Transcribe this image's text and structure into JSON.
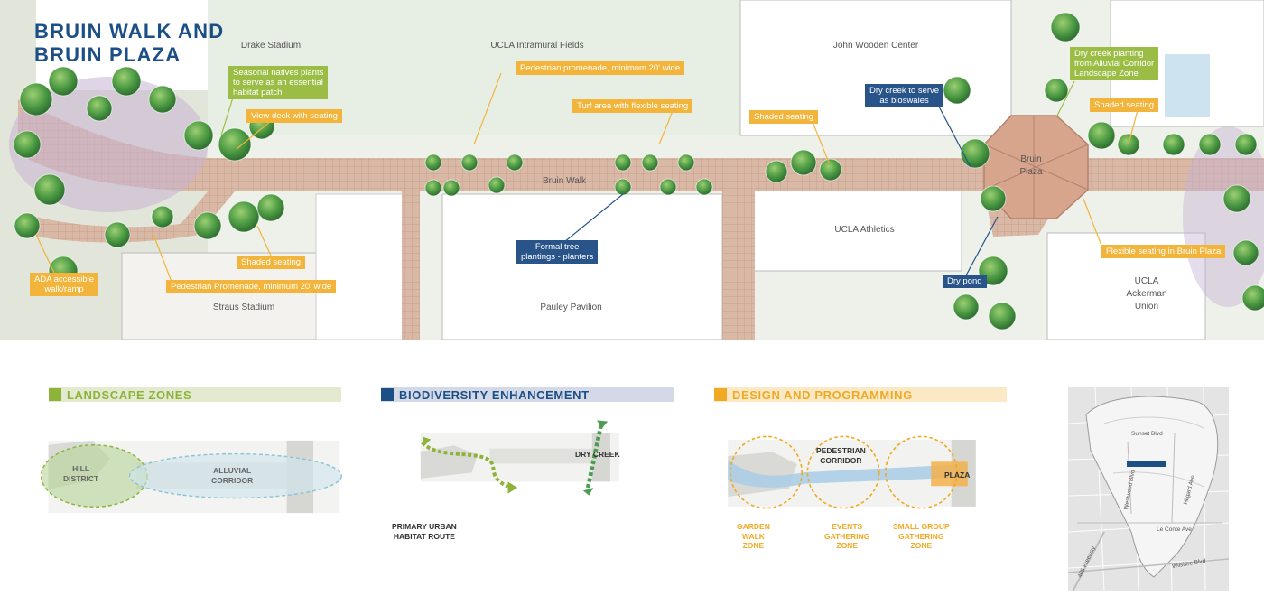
{
  "title": [
    "BRUIN WALK AND",
    "BRUIN PLAZA"
  ],
  "buildings": {
    "drake": "Drake Stadium",
    "intramural": "UCLA Intramural Fields",
    "wooden": "John Wooden Center",
    "bruin_walk": "Bruin Walk",
    "athletics": "UCLA Athletics",
    "pauley": "Pauley Pavilion",
    "straus": "Straus Stadium",
    "bruin_plaza": "Bruin\nPlaza",
    "ackerman": "UCLA\nAckerman\nUnion"
  },
  "callouts": {
    "natives": "Seasonal natives plants\nto serve as an essential\nhabitat patch",
    "view_deck": "View deck with seating",
    "promenade_top": "Pedestrian promenade, minimum 20' wide",
    "turf": "Turf area with flexible seating",
    "shaded_top": "Shaded seating",
    "dry_creek": "Dry creek to serve\nas bioswales",
    "dry_creek_planting": "Dry creek planting\nfrom Alluvial Corridor\nLandscape Zone",
    "shaded_right": "Shaded seating",
    "ada": "ADA accessible\nwalk/ramp",
    "shaded_bottom": "Shaded seating",
    "promenade_bottom": "Pedestrian Promenade, minimum 20' wide",
    "formal_tree": "Formal tree\nplantings - planters",
    "dry_pond": "Dry pond",
    "flexible": "Flexible seating in Bruin Plaza"
  },
  "sections": {
    "landscape": {
      "title": "LANDSCAPE ZONES",
      "color": "#8db33a",
      "bar": "#e3ead0"
    },
    "biodiversity": {
      "title": "BIODIVERSITY ENHANCEMENT",
      "color": "#1d4f87",
      "bar": "#d3d9e6"
    },
    "design": {
      "title": "DESIGN AND PROGRAMMING",
      "color": "#f0a922",
      "bar": "#fbe9c6"
    }
  },
  "diagram_labels": {
    "hill": "HILL\nDISTRICT",
    "alluvial": "ALLUVIAL\nCORRIDOR",
    "dry_creek": "DRY CREEK",
    "habitat_route": "PRIMARY URBAN\nHABITAT ROUTE",
    "ped_corridor": "PEDESTRIAN\nCORRIDOR",
    "plaza": "PLAZA",
    "garden_walk": "GARDEN\nWALK\nZONE",
    "events": "EVENTS\nGATHERING\nZONE",
    "small_group": "SMALL GROUP\nGATHERING\nZONE"
  },
  "locator": {
    "sunset": "Sunset Blvd",
    "le_conte": "Le Conte Ave",
    "wilshire": "Wilshire Blvd",
    "freeway": "405 Freeway",
    "westwood": "Westwood Blvd",
    "hilgard": "Hilgard Ave"
  },
  "colors": {
    "yellow": "#f2b43a",
    "green": "#9cbd45",
    "blue": "#285489",
    "title": "#1d4f87"
  }
}
